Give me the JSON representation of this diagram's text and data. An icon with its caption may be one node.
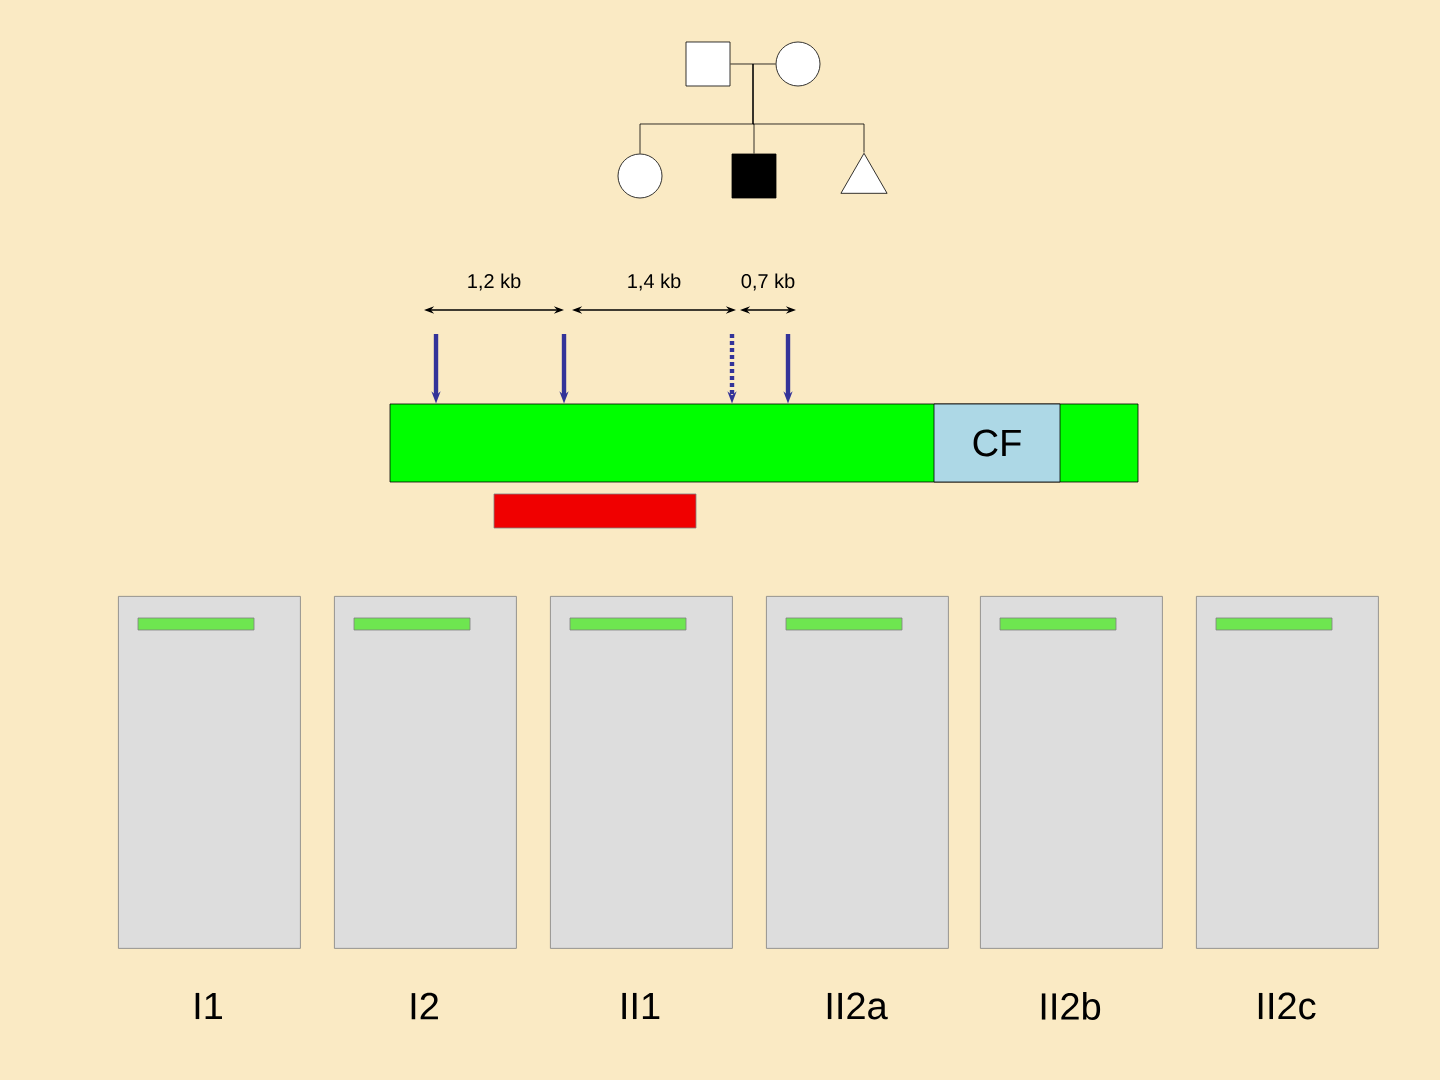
{
  "diagram": {
    "nodes": [
      {
        "text": [],
        "shape": "box"
      },
      {
        "text": [],
        "shape": "circle"
      },
      {
        "text": [],
        "shape": "circle"
      },
      {
        "text": [],
        "shape": "box"
      },
      {
        "text": [],
        "shape": "triangle"
      },
      {
        "text": [],
        "shape": "bar"
      },
      {
        "text": [
          "CF"
        ],
        "in": 5
      },
      {
        "text": [
          "I1"
        ]
      },
      {
        "text": [
          "I2"
        ]
      },
      {
        "text": [
          "II1"
        ]
      },
      {
        "text": [
          "II2a"
        ]
      },
      {
        "text": [
          "II2b"
        ]
      },
      {
        "text": [
          "II2c"
        ]
      },
      {
        "text": [],
        "shape": "bar"
      }
    ],
    "edges": [
      {
        "from": 0,
        "to": 1,
        "arrow": "none"
      },
      {
        "from": 0,
        "to": 2,
        "arrow": "none"
      },
      {
        "from": 0,
        "to": 3,
        "arrow": "none"
      },
      {
        "from": 0,
        "to": 4,
        "arrow": "none"
      },
      {
        "from": null,
        "to": 5,
        "arrow": "to",
        "style": "thick",
        "color": "#333399"
      },
      {
        "from": null,
        "to": 5,
        "arrow": "to",
        "style": "thick",
        "color": "#333399"
      },
      {
        "from": null,
        "to": 5,
        "arrow": "to",
        "style": "dashed",
        "color": "#333399"
      },
      {
        "from": null,
        "to": 5,
        "arrow": "to",
        "style": "thick",
        "color": "#333399"
      }
    ],
    "labels": [
      "1,2 kb",
      "1,4 kb",
      "0,7 kb"
    ]
  }
}
